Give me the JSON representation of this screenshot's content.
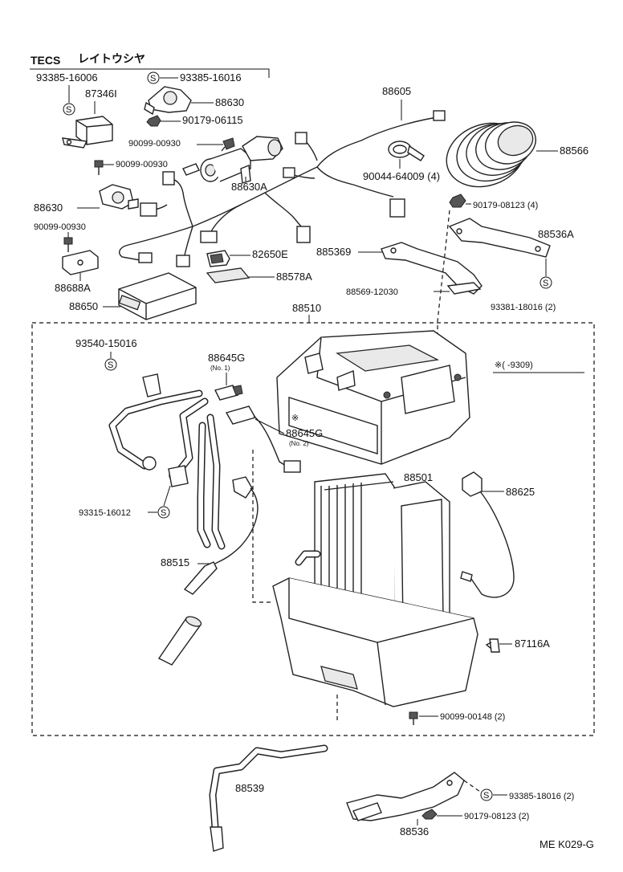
{
  "header": {
    "tecs": "TECS",
    "subtitle": "レイトウシヤ",
    "page_code": "ME  K029-G"
  },
  "symbols": {
    "screw_symbol": "S",
    "date_note": "※(      -9309)",
    "note_mark": "※"
  },
  "parts": {
    "p93385_16006": "93385-16006",
    "p93385_16016_top": "93385-16016",
    "p87346I": "87346I",
    "p88630_top": "88630",
    "p90179_06115": "90179-06115",
    "p88605": "88605",
    "p88566": "88566",
    "p90099_00930_a": "90099-00930",
    "p90099_00930_b": "90099-00930",
    "p90099_00930_c": "90099-00930",
    "p88630A": "88630A",
    "p90044_64009": "90044-64009 (4)",
    "p88630_left": "88630",
    "p90179_08123_4": "90179-08123 (4)",
    "p88536A": "88536A",
    "p82650E": "82650E",
    "p885369": "885369",
    "p88688A": "88688A",
    "p88578A": "88578A",
    "p88650": "88650",
    "p88569_12030": "88569-12030",
    "p93381_18016": "93381-18016 (2)",
    "p88510": "88510",
    "p93540_15016": "93540-15016",
    "p88645G_1": "88645G",
    "no1": "(No. 1)",
    "p88645G_2": "88645G",
    "no2": "(No. 2)",
    "p88501": "88501",
    "p88625": "88625",
    "p93315_16012": "93315-16012",
    "p88515": "88515",
    "p87116A": "87116A",
    "p90099_00148": "90099-00148 (2)",
    "p88539": "88539",
    "p93385_18016": "93385-18016 (2)",
    "p90179_08123_2": "90179-08123 (2)",
    "p88536": "88536"
  }
}
